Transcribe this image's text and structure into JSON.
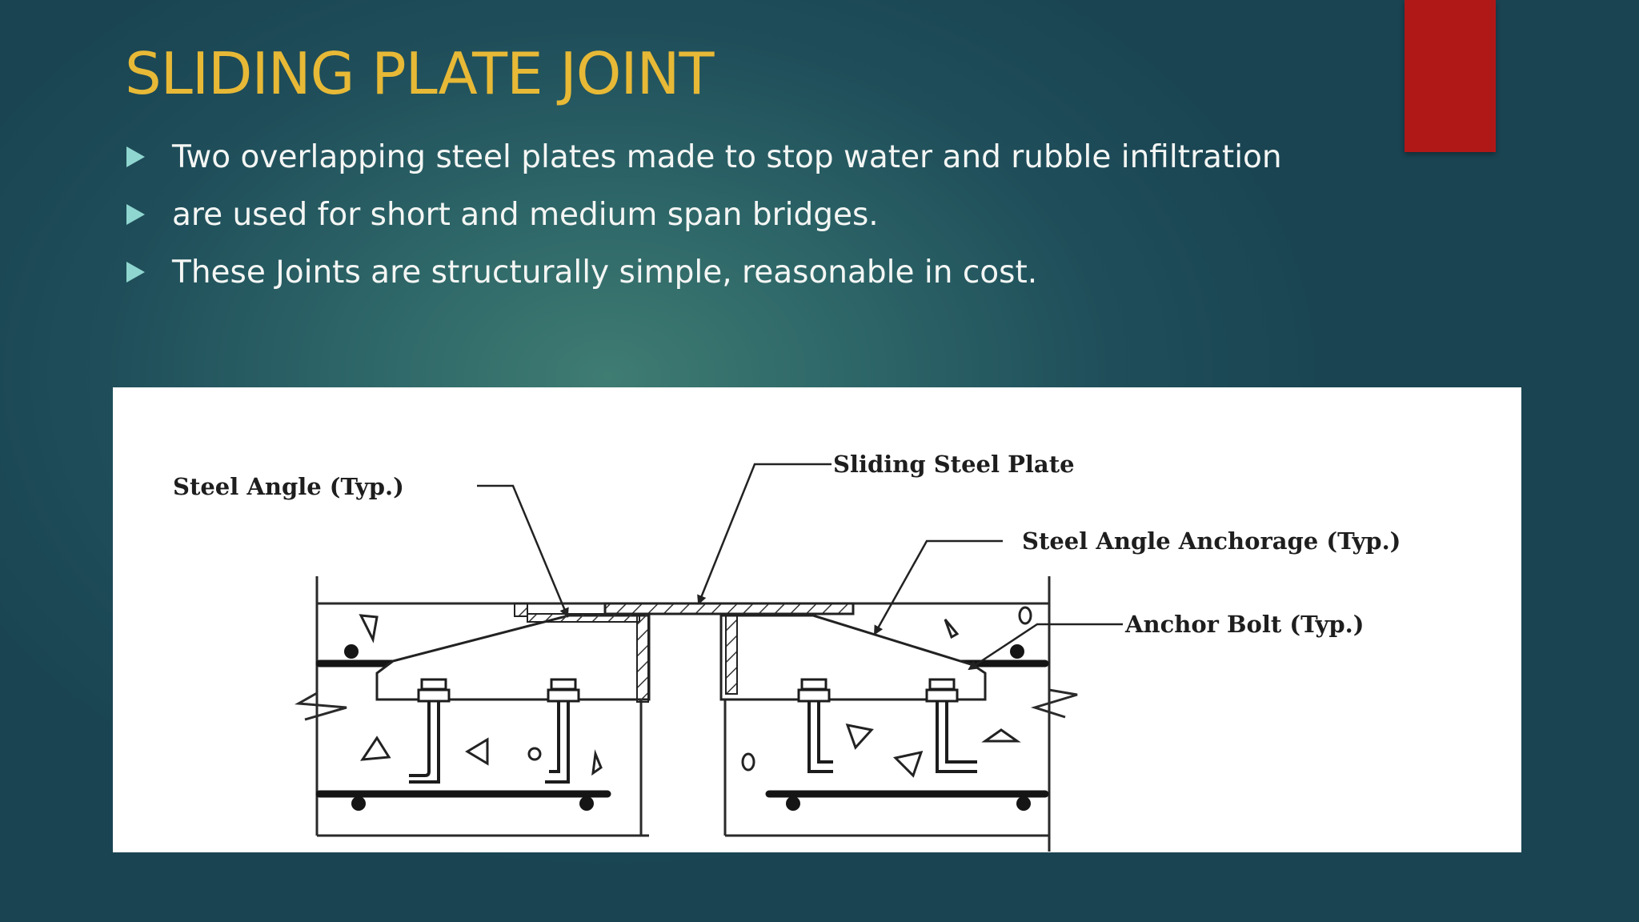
{
  "slide": {
    "title": "SLIDING PLATE JOINT",
    "bullets": [
      "Two overlapping steel plates made to stop water and rubble infiltration",
      "are used for short and medium span bridges.",
      "These Joints are structurally simple, reasonable in cost."
    ]
  },
  "diagram": {
    "labels": {
      "steel_angle": "Steel Angle (Typ.)",
      "sliding_plate": "Sliding Steel Plate",
      "angle_anchorage": "Steel Angle Anchorage (Typ.)",
      "anchor_bolt": "Anchor Bolt (Typ.)"
    }
  },
  "colors": {
    "title": "#e7b936",
    "bullet_marker": "#8fd6d0",
    "accent_bar": "#b01818",
    "background": "#1f4e5a"
  }
}
